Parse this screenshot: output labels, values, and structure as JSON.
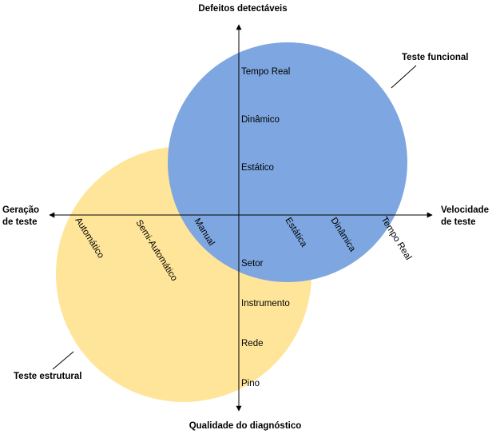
{
  "colors": {
    "functional_circle": "#7EA6E0",
    "functional_stroke": "#6C8EBF",
    "structural_circle": "#FFE599",
    "structural_stroke": "#D6B656",
    "axis": "#000000"
  },
  "axes": {
    "top": "Defeitos detectáveis",
    "bottom": "Qualidade do diagnóstico",
    "left_line1": "Geração",
    "left_line2": "de teste",
    "right_line1": "Velocidade",
    "right_line2": "de teste"
  },
  "sets": {
    "functional": "Teste funcional",
    "structural": "Teste estrutural"
  },
  "vertical_up_labels": [
    "Tempo Real",
    "Dinâmico",
    "Estático"
  ],
  "vertical_down_labels": [
    "Setor",
    "Instrumento",
    "Rede",
    "Pino"
  ],
  "horizontal_left_labels": [
    "Automático",
    "Semi-Automático",
    "Manual"
  ],
  "horizontal_right_labels": [
    "Estática",
    "Dinâmica",
    "Tempo Real"
  ]
}
